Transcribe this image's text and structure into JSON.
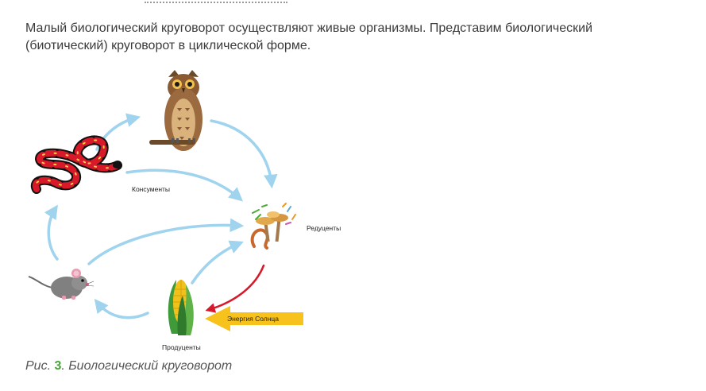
{
  "intro_text": "Малый биологический круговорот осуществляют живые организмы. Представим биологический (биотический) круговорот в циклической форме.",
  "figure": {
    "labels": {
      "consumers": "Консументы",
      "decomposers": "Редуценты",
      "producers": "Продуценты",
      "sun_energy": "Энергия Солнца"
    },
    "icons": [
      "owl-icon",
      "snake-icon",
      "mouse-icon",
      "corn-icon",
      "mushroom-icon",
      "sun-energy-arrow-icon"
    ],
    "colors": {
      "flow_arrow": "#9fd3ee",
      "energy_arrow": "#f6c21b",
      "decomposer_arrow": "#d7192a"
    }
  },
  "caption": {
    "prefix": "Рис.",
    "number": "3",
    "title": ". Биологический круговорот"
  }
}
